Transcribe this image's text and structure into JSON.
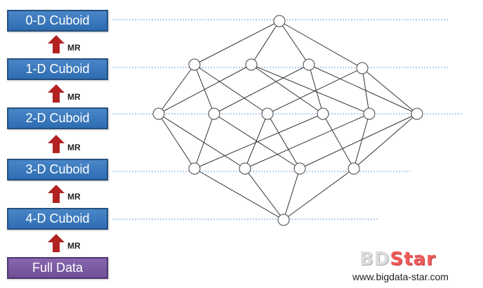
{
  "levels": [
    {
      "id": "l0",
      "label": "0-D Cuboid"
    },
    {
      "id": "l1",
      "label": "1-D Cuboid"
    },
    {
      "id": "l2",
      "label": "2-D Cuboid"
    },
    {
      "id": "l3",
      "label": "3-D Cuboid"
    },
    {
      "id": "l4",
      "label": "4-D Cuboid"
    },
    {
      "id": "data",
      "label": "Full Data"
    }
  ],
  "arrows": [
    {
      "label": "MR"
    },
    {
      "label": "MR"
    },
    {
      "label": "MR"
    },
    {
      "label": "MR"
    },
    {
      "label": "MR"
    }
  ],
  "colors": {
    "box_blue": "#2f6db2",
    "box_purple": "#6f4f96",
    "arrow_red": "#b22222",
    "guide_line": "#6a9fd8",
    "node_stroke": "#444444",
    "edge": "#333333",
    "brand_accent": "#ee5a5a"
  },
  "brand": {
    "part1": "BD",
    "part2": "Star"
  },
  "url": "www.bigdata-star.com"
}
